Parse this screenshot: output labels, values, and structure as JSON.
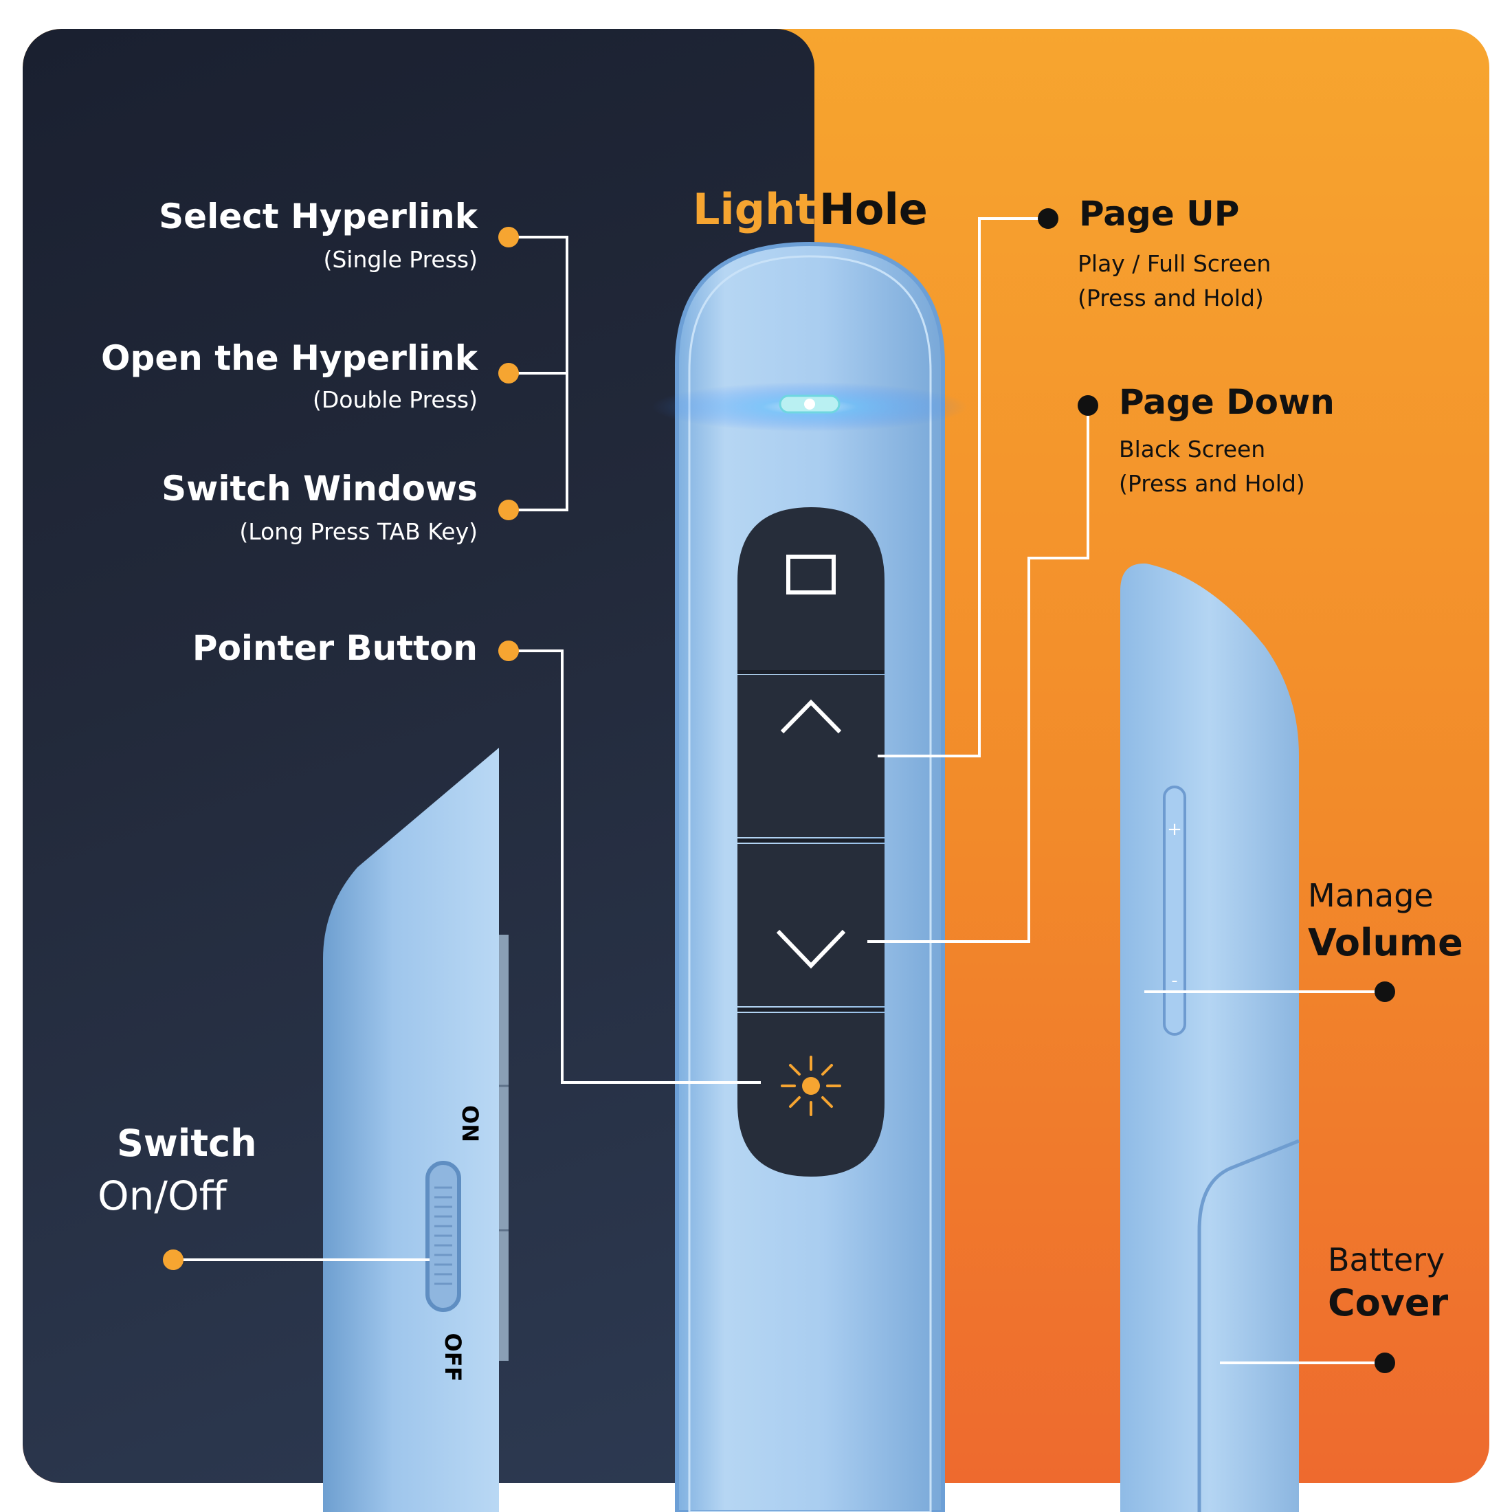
{
  "header": {
    "light_word": "Light",
    "hole_word": "Hole"
  },
  "left_labels": [
    {
      "title": "Select Hyperlink",
      "subtitle": "(Single Press)"
    },
    {
      "title": "Open the Hyperlink",
      "subtitle": "(Double Press)"
    },
    {
      "title": "Switch Windows",
      "subtitle": "(Long Press TAB Key)"
    },
    {
      "title": "Pointer Button",
      "subtitle": ""
    }
  ],
  "right_labels": {
    "page_up": {
      "title": "Page UP",
      "line1": "Play / Full Screen",
      "line2": "(Press and Hold)"
    },
    "page_down": {
      "title": "Page Down",
      "line1": "Black Screen",
      "line2": "(Press and Hold)"
    }
  },
  "switch_label": {
    "line1": "Switch",
    "line2": "On/Off"
  },
  "volume_label": {
    "line1": "Manage",
    "line2": "Volume"
  },
  "battery_label": {
    "line1": "Battery",
    "line2": "Cover"
  },
  "switch_marks": {
    "on": "ON",
    "off": "OFF"
  },
  "volume_marks": {
    "plus": "+",
    "minus": "-"
  },
  "colors": {
    "accent_orange": "#f6a531",
    "device_blue": "#9cc6ec",
    "button_dark": "#262d3a",
    "dark_panel": "#1f2535"
  },
  "icons": [
    "stop-screen-icon",
    "chevron-up-icon",
    "chevron-down-icon",
    "laser-pointer-icon"
  ]
}
